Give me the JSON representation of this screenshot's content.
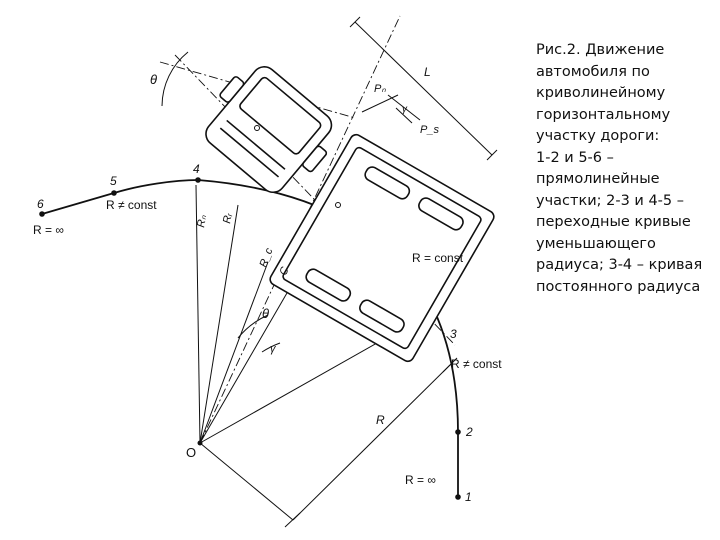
{
  "figure": {
    "caption": "Рис.2. Движение\nавтомобиля по\nкриволинейному\nгоризонтальному\nучастку дороги:\n1-2 и 5-6 –\nпрямолинейные\nучастки; 2-3 и 4-5 –\nпереходные кривые\nуменьшающего\nрадиуса; 3-4 – кривая\nпостоянного радиуса",
    "points": [
      "1",
      "2",
      "3",
      "4",
      "5",
      "6"
    ],
    "center_label": "O",
    "labels": {
      "r_inf_bottom": "R = ∞",
      "r_inf_left": "R = ∞",
      "r_nconst_right": "R ≠ const",
      "r_nconst_left": "R ≠ const",
      "r_const": "R = const",
      "R": "R",
      "theta_top": "θ",
      "theta_mid": "θ",
      "L": "L",
      "pn": "Pₙ",
      "ps": "P_s",
      "gamma_top": "γ",
      "gamma_mid": "γ",
      "Rn": "Rₙ",
      "Rr": "Rᵣ",
      "Rc": "R_c",
      "C": "C"
    }
  },
  "colors": {
    "ink": "#111111",
    "background": "#ffffff"
  }
}
